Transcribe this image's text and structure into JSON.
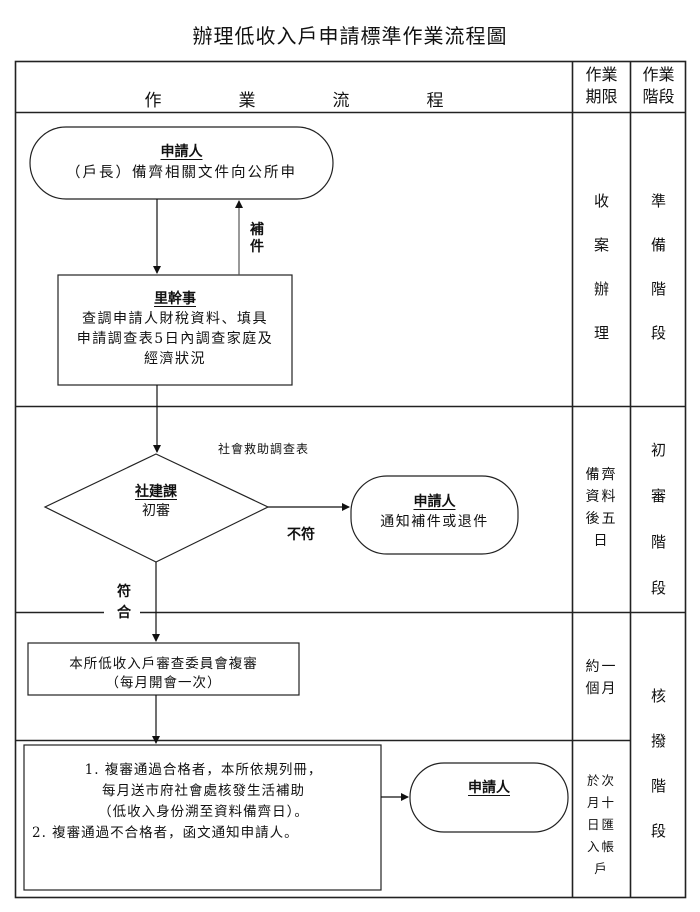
{
  "title": "辦理低收入戶申請標準作業流程圖",
  "header": {
    "flow_chars": [
      "作",
      "業",
      "流",
      "程"
    ],
    "period_line1": "作業",
    "period_line2": "期限",
    "stage_line1": "作業",
    "stage_line2": "階段"
  },
  "nodes": {
    "applicant_start": {
      "title": "申請人",
      "text": "（戶長）備齊相關文件向公所申"
    },
    "village_officer": {
      "title": "里幹事",
      "lines": [
        "查調申請人財稅資料、填具",
        "申請調查表5日內調查家庭及",
        "經濟狀況"
      ]
    },
    "social_section": {
      "title": "社建課",
      "text": "初審"
    },
    "applicant_notify": {
      "title": "申請人",
      "text": "通知補件或退件"
    },
    "committee_review": {
      "lines": [
        "本所低收入戶審查委員會複審",
        "（每月開會一次）"
      ]
    },
    "final_result": {
      "lines": [
        "1. 複審通過合格者，本所依規列冊，",
        "每月送市府社會處核發生活補助",
        "（低收入身份溯至資料備齊日）。",
        "2. 複審通過不合格者，函文通知申請人。"
      ]
    },
    "applicant_end": {
      "title": "申請人"
    }
  },
  "edge_labels": {
    "supplement": [
      "補",
      "件"
    ],
    "survey_form": "社會救助調查表",
    "not_qualified": "不符",
    "qualified": [
      "符",
      "合"
    ]
  },
  "periods": {
    "row1": [
      "收",
      "案",
      "辦",
      "理"
    ],
    "row2": [
      "備齊",
      "資料",
      "後五",
      "日"
    ],
    "row3": [
      "約一",
      "個月"
    ],
    "row4": [
      "於次",
      "月十",
      "日匯",
      "入帳",
      "戶"
    ]
  },
  "stages": {
    "prep": [
      "準",
      "備",
      "階",
      "段"
    ],
    "initial": [
      "初",
      "審",
      "階",
      "段"
    ],
    "approval": [
      "核",
      "撥",
      "階",
      "段"
    ]
  }
}
